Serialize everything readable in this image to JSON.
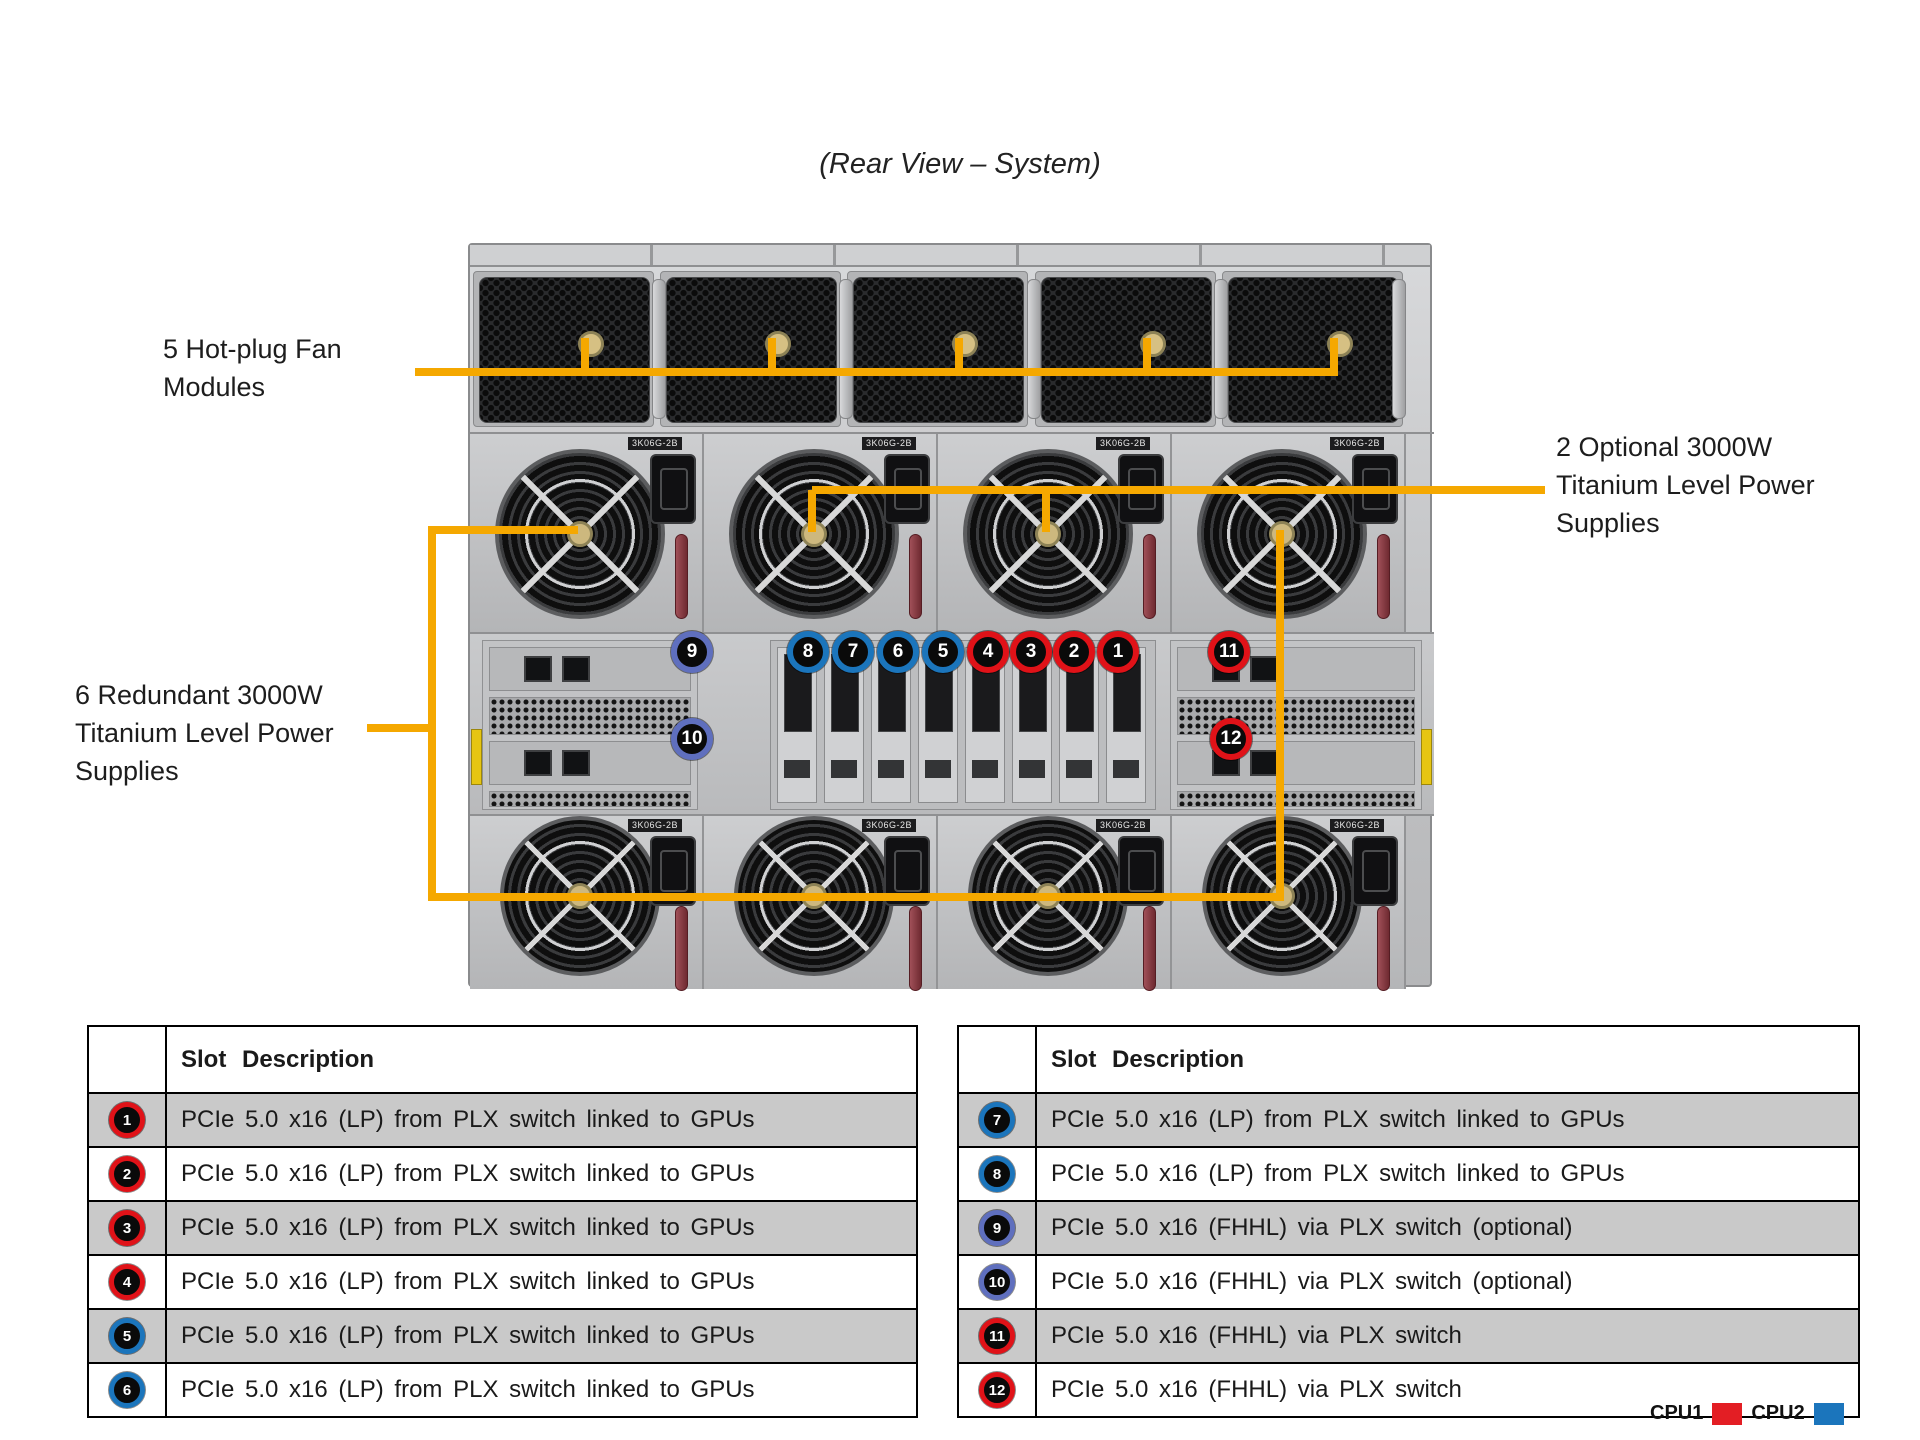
{
  "title": "(Rear View – System)",
  "callouts": {
    "fans": "5 Hot-plug Fan Modules",
    "optional_psu": "2 Optional 3000W Titanium Level Power Supplies",
    "redundant_psu": "6 Redundant 3000W Titanium Level Power Supplies"
  },
  "colors": {
    "accent_orange": "#F5A800",
    "cpu1_red": "#E31E24",
    "cpu2_blue": "#1B75BC",
    "muted_blue": "#5F6FBE"
  },
  "chassis": {
    "psu_label": "3K06G-2B",
    "slots": [
      {
        "num": "1",
        "color": "red"
      },
      {
        "num": "2",
        "color": "red"
      },
      {
        "num": "3",
        "color": "red"
      },
      {
        "num": "4",
        "color": "red"
      },
      {
        "num": "5",
        "color": "blue"
      },
      {
        "num": "6",
        "color": "blue"
      },
      {
        "num": "7",
        "color": "blue"
      },
      {
        "num": "8",
        "color": "blue"
      },
      {
        "num": "9",
        "color": "blue-muted"
      },
      {
        "num": "10",
        "color": "blue-muted"
      },
      {
        "num": "11",
        "color": "red"
      },
      {
        "num": "12",
        "color": "red"
      }
    ]
  },
  "tables": [
    {
      "header": "Slot Description",
      "rows": [
        {
          "slot": "1",
          "color": "red",
          "desc": "PCIe 5.0 x16 (LP) from PLX switch linked to GPUs"
        },
        {
          "slot": "2",
          "color": "red",
          "desc": "PCIe 5.0 x16 (LP) from PLX switch linked to GPUs"
        },
        {
          "slot": "3",
          "color": "red",
          "desc": "PCIe 5.0 x16 (LP) from PLX switch linked to GPUs"
        },
        {
          "slot": "4",
          "color": "red",
          "desc": "PCIe 5.0 x16 (LP) from PLX switch linked to GPUs"
        },
        {
          "slot": "5",
          "color": "blue",
          "desc": "PCIe 5.0 x16 (LP) from PLX switch linked to GPUs"
        },
        {
          "slot": "6",
          "color": "blue",
          "desc": "PCIe 5.0 x16 (LP) from PLX switch linked to GPUs"
        }
      ]
    },
    {
      "header": "Slot Description",
      "rows": [
        {
          "slot": "7",
          "color": "blue",
          "desc": "PCIe 5.0 x16 (LP) from PLX switch linked to GPUs"
        },
        {
          "slot": "8",
          "color": "blue",
          "desc": "PCIe 5.0 x16 (LP) from PLX switch linked to GPUs"
        },
        {
          "slot": "9",
          "color": "blue-muted",
          "desc": "PCIe 5.0 x16 (FHHL) via PLX switch (optional)"
        },
        {
          "slot": "10",
          "color": "blue-muted",
          "desc": "PCIe 5.0 x16 (FHHL) via PLX switch (optional)"
        },
        {
          "slot": "11",
          "color": "red",
          "desc": "PCIe 5.0 x16 (FHHL) via PLX switch"
        },
        {
          "slot": "12",
          "color": "red",
          "desc": "PCIe 5.0 x16 (FHHL) via PLX switch"
        }
      ]
    }
  ],
  "legend": {
    "cpu1": "CPU1",
    "cpu2": "CPU2"
  }
}
